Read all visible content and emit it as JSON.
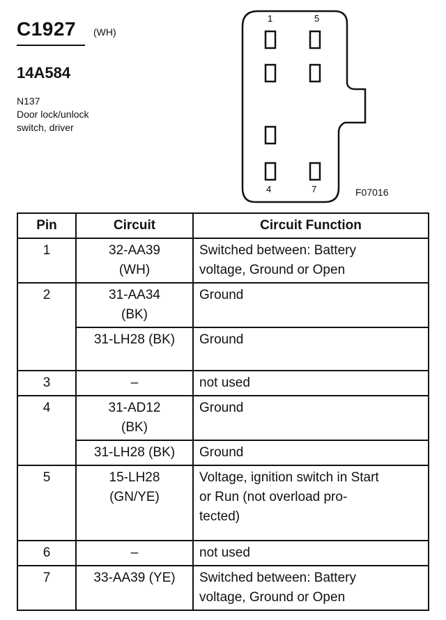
{
  "header": {
    "connector_id": "C1927",
    "connector_color": "(WH)",
    "part_number": "14A584",
    "description_lines": [
      "N137",
      "Door lock/unlock",
      "switch, driver"
    ]
  },
  "diagram": {
    "figure_id": "F07016",
    "pin_labels": {
      "top_left": "1",
      "top_right": "5",
      "bottom_left": "4",
      "bottom_right": "7"
    }
  },
  "table": {
    "headers": [
      "Pin",
      "Circuit",
      "Circuit Function"
    ],
    "rows": [
      {
        "pin": "1",
        "circuit_lines": [
          "32-AA39",
          "(WH)"
        ],
        "function_lines": [
          "Switched between: Battery",
          "voltage, Ground or Open"
        ]
      },
      {
        "pin": "2",
        "circuit_lines": [
          "31-AA34",
          "(BK)"
        ],
        "function_lines": [
          "Ground"
        ]
      },
      {
        "pin": "",
        "circuit_lines": [
          "31-LH28 (BK)"
        ],
        "function_lines": [
          "Ground"
        ]
      },
      {
        "pin": "3",
        "circuit_lines": [
          "–"
        ],
        "function_lines": [
          "not used"
        ]
      },
      {
        "pin": "4",
        "circuit_lines": [
          "31-AD12",
          "(BK)"
        ],
        "function_lines": [
          "Ground"
        ]
      },
      {
        "pin": "",
        "circuit_lines": [
          "31-LH28 (BK)"
        ],
        "function_lines": [
          "Ground"
        ]
      },
      {
        "pin": "5",
        "circuit_lines": [
          "15-LH28",
          "(GN/YE)"
        ],
        "function_lines": [
          "Voltage, ignition switch in Start",
          "or Run (not overload pro-",
          "tected)"
        ]
      },
      {
        "pin": "6",
        "circuit_lines": [
          "–"
        ],
        "function_lines": [
          "not used"
        ]
      },
      {
        "pin": "7",
        "circuit_lines": [
          "33-AA39 (YE)"
        ],
        "function_lines": [
          "Switched between: Battery",
          "voltage, Ground or Open"
        ]
      }
    ]
  }
}
